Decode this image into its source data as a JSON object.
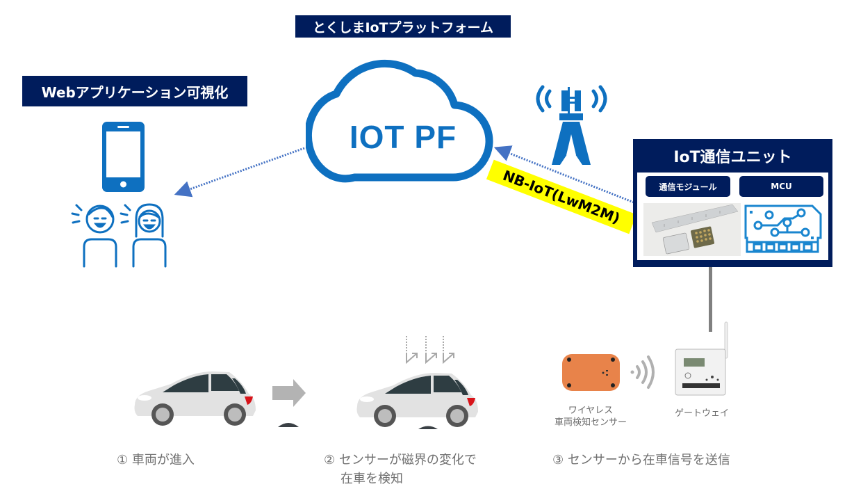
{
  "platform": {
    "title": "とくしまIoTプラットフォーム",
    "cloud_label": "IOT PF"
  },
  "web_app": {
    "title": "Webアプリケーション可視化"
  },
  "connection": {
    "protocol_label": "NB-IoT(LwM2M)"
  },
  "iot_unit": {
    "title": "IoT通信ユニット",
    "modules": [
      {
        "label": "通信モジュール"
      },
      {
        "label": "MCU"
      }
    ]
  },
  "devices": {
    "sensor_label_line1": "ワイヤレス",
    "sensor_label_line2": "車両検知センサー",
    "gateway_label": "ゲートウェイ"
  },
  "steps": [
    {
      "label": "① 車両が進入"
    },
    {
      "label_line1": "② センサーが磁界の変化で",
      "label_line2": "在車を検知"
    },
    {
      "label": "③ センサーから在車信号を送信"
    }
  ],
  "colors": {
    "navy": "#001c5c",
    "icon_blue": "#0e70c0",
    "arrow_blue": "#4472c4",
    "highlight_yellow": "#ffff00",
    "sensor_orange": "#e8834a"
  }
}
